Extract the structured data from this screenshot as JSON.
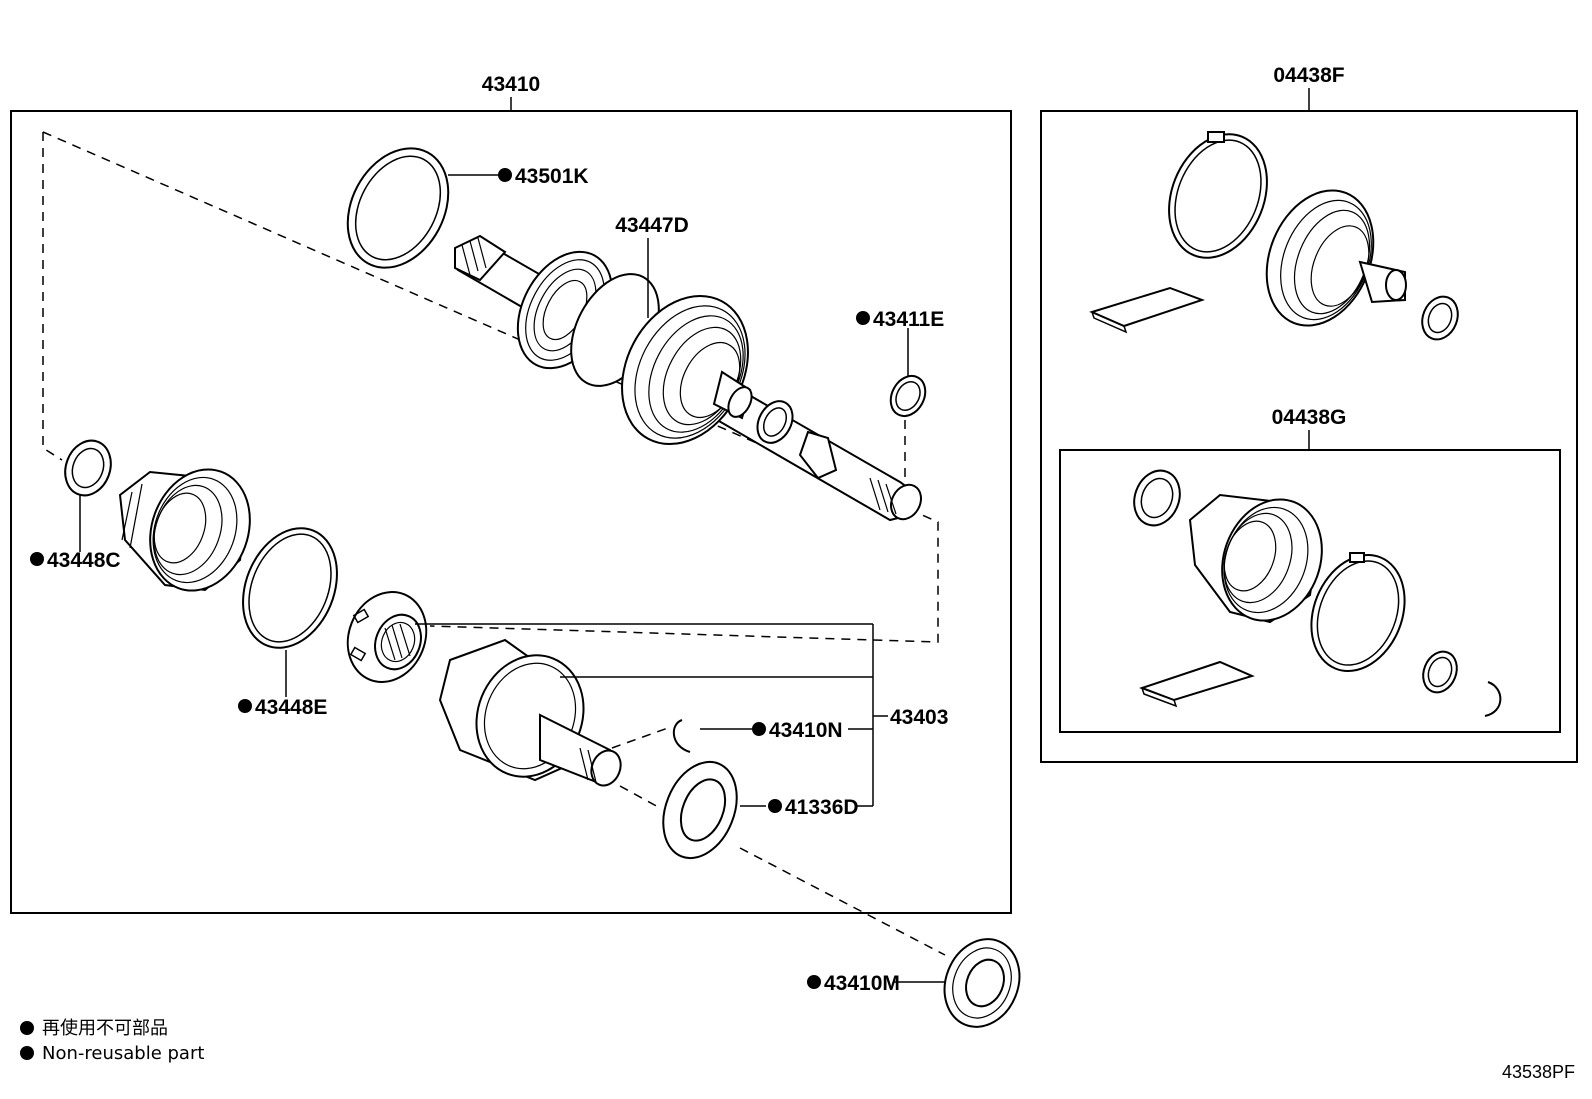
{
  "labels": {
    "shaft_assembly": "43410",
    "boot_kit_outer": "04438F",
    "boot_kit_inner": "04438G",
    "clamp_43501K": "43501K",
    "boot_43447D": "43447D",
    "snap_43411E": "43411E",
    "clamp_43448C": "43448C",
    "clamp_43448E": "43448E",
    "joint_43403": "43403",
    "ring_43410N": "43410N",
    "seal_41336D": "41336D",
    "seal_43410M": "43410M"
  },
  "legend": {
    "japanese": "再使用不可部品",
    "english": "Non-reusable part"
  },
  "diagram_code": "43538PF"
}
